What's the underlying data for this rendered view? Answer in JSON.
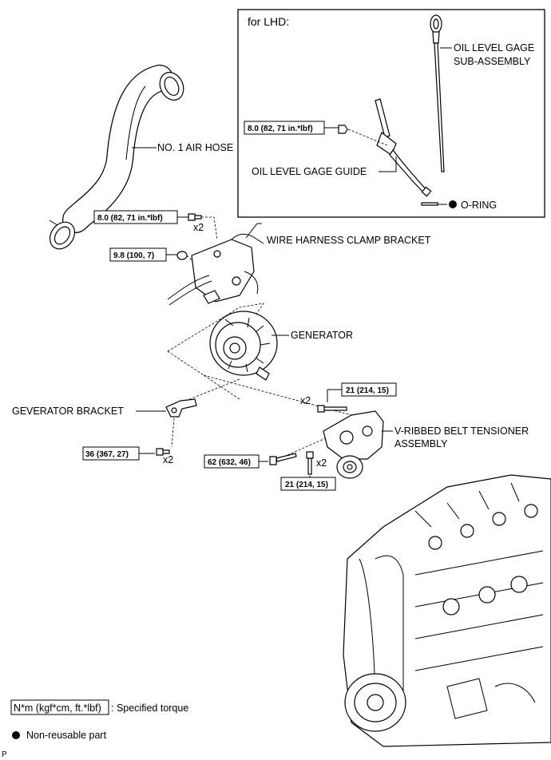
{
  "inset": {
    "title": "for LHD:"
  },
  "labels": {
    "oil_gage_line1": "OIL LEVEL GAGE",
    "oil_gage_line2": "SUB-ASSEMBLY",
    "oil_gage_guide": "OIL LEVEL GAGE GUIDE",
    "o_ring": "O-RING",
    "air_hose": "NO. 1 AIR HOSE",
    "wire_harness_clamp": "WIRE HARNESS CLAMP BRACKET",
    "generator": "GENERATOR",
    "generator_bracket": "GEVERATOR BRACKET",
    "tensioner_line1": "V-RIBBED BELT TENSIONER",
    "tensioner_line2": "ASSEMBLY"
  },
  "torques": {
    "inset_bolt": "8.0 (82, 71 in.*lbf)",
    "clamp_bolt": "8.0 (82, 71 in.*lbf)",
    "clamp_nut": "9.8 (100, 7)",
    "tensioner_bolt_top": "21 (214, 15)",
    "bracket_bolt": "36 (367, 27)",
    "long_bolt": "62 (632, 46)",
    "tensioner_bolt_bottom": "21 (214, 15)"
  },
  "multipliers": {
    "clamp_bolt": "x2",
    "tensioner_bolt_top": "x2",
    "bracket_bolt": "x2",
    "tensioner_bolt_bottom": "x2"
  },
  "legend": {
    "torque_unit": "N*m (kgf*cm, ft.*lbf)",
    "torque_text": ": Specified torque",
    "nonreusable_text": "Non-reusable part"
  },
  "footer": {
    "code": "P"
  }
}
